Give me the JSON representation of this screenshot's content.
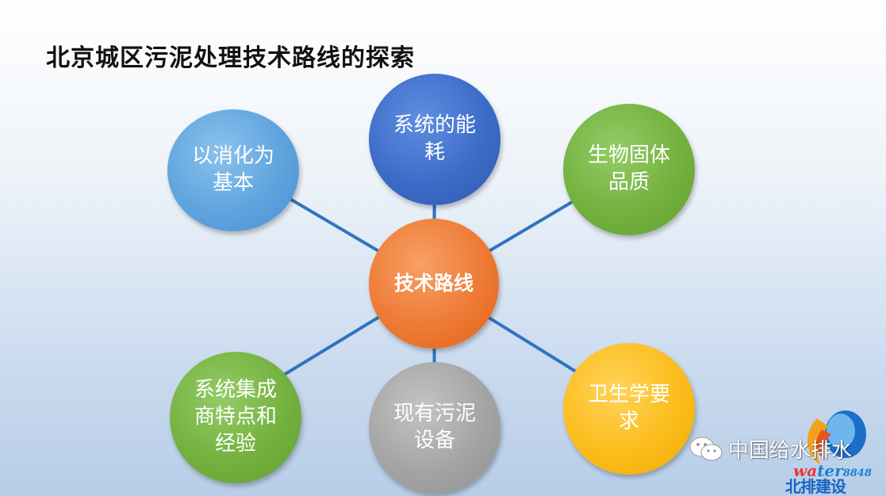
{
  "title": "北京城区污泥处理技术路线的探索",
  "center": {
    "label": "技术路线",
    "color": "#ee7a35"
  },
  "nodes": {
    "top": {
      "lines": [
        "系统的能",
        "耗"
      ],
      "color": "#3c6cc8"
    },
    "topleft": {
      "lines": [
        "以消化为",
        "基本"
      ],
      "color": "#5fa4de"
    },
    "topright": {
      "lines": [
        "生物固体",
        "品质"
      ],
      "color": "#74b13f"
    },
    "bottomleft": {
      "lines": [
        "系统集成",
        "商特点和",
        "经验"
      ],
      "color": "#74b13f"
    },
    "bottom": {
      "lines": [
        "现有污泥",
        "设备"
      ],
      "color": "#a4a4a4"
    },
    "bottomright": {
      "lines": [
        "卫生学要",
        "求"
      ],
      "color": "#fbbd1d"
    }
  },
  "connector_color": "#2f74c0",
  "watermark": {
    "text": "中国给水排水",
    "icon": "wechat-icon"
  },
  "logo": {
    "brand_red": "wa",
    "brand_blue": "ter",
    "brand_number": "8848",
    "subtitle": "北排建设"
  }
}
